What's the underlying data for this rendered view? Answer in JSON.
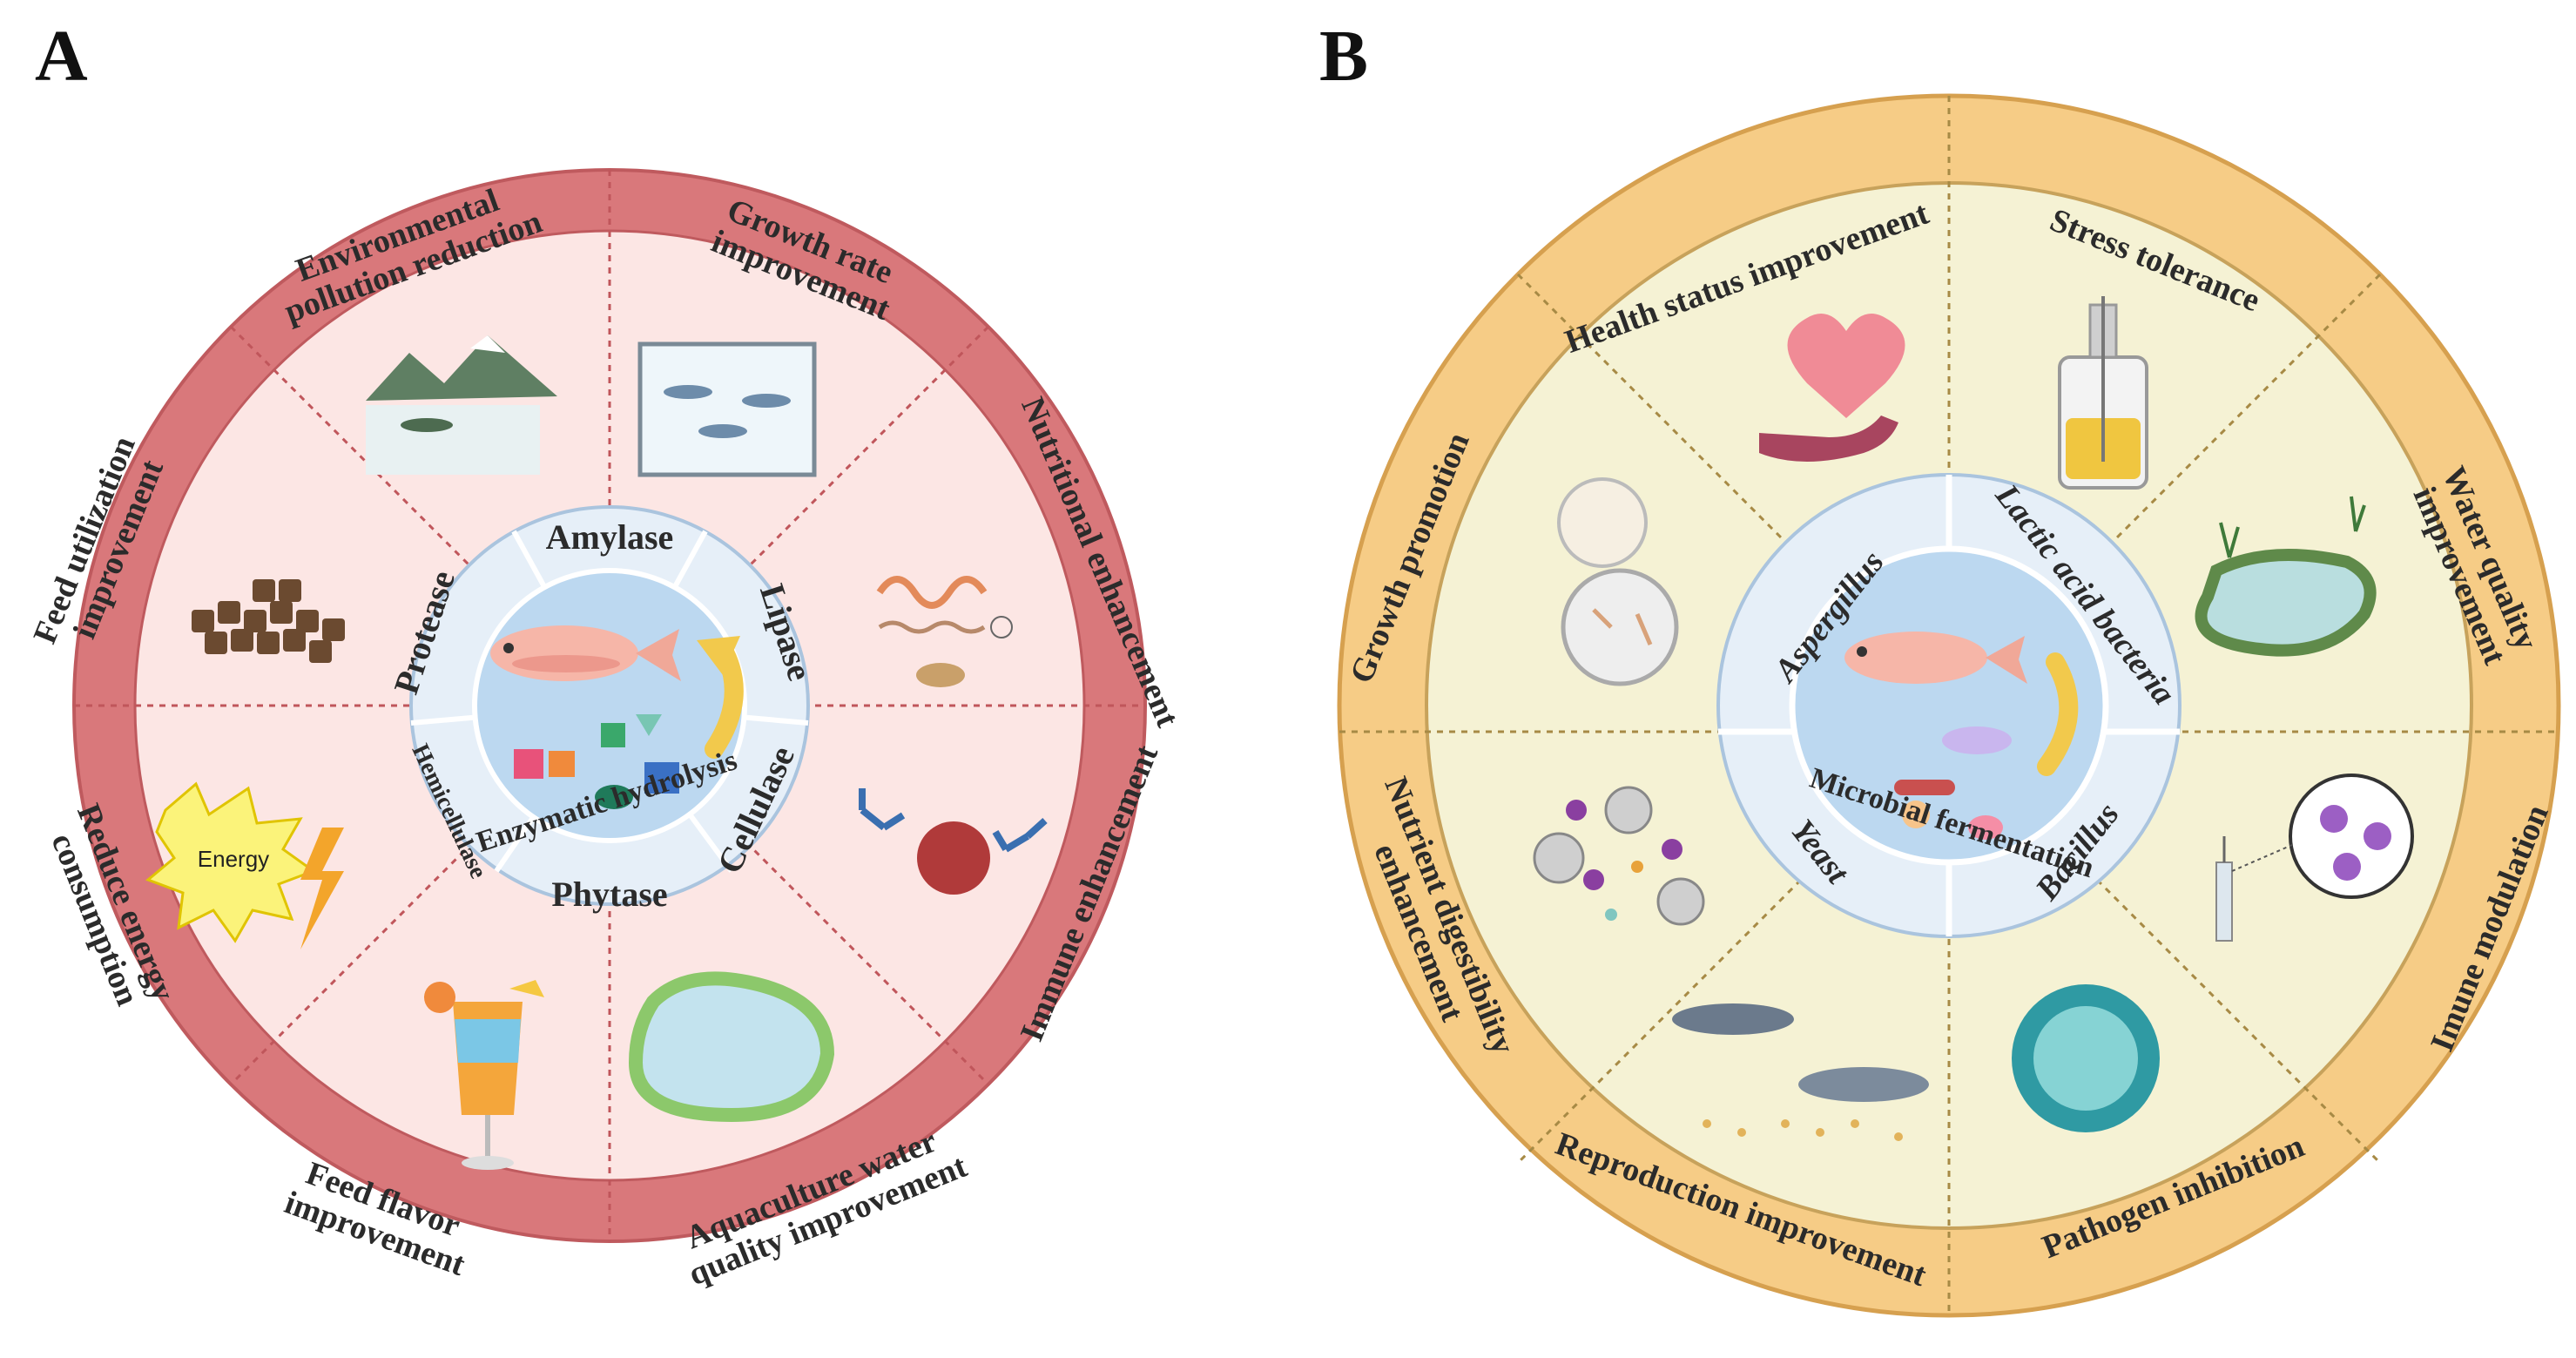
{
  "panels": [
    {
      "letter": "A",
      "outer_labels": [
        [
          "Environmental",
          "pollution reduction"
        ],
        [
          "Growth rate",
          "improvement"
        ],
        [
          "Nutritional enhancement"
        ],
        [
          "Immune enhancement"
        ],
        [
          "Aquaculture water",
          "quality improvement"
        ],
        [
          "Feed flavor",
          "improvement"
        ],
        [
          "Reduce energy",
          "consumption"
        ],
        [
          "Feed utilization",
          "improvement"
        ]
      ],
      "hub_labels": [
        "Amylase",
        "Lipase",
        "Cellulase",
        "Phytase",
        "Hemicellulase",
        "Protease"
      ],
      "center_label": "Enzymatic hydrolysis",
      "energy_label": "Energy"
    },
    {
      "letter": "B",
      "outer_labels": [
        [
          "Health status improvement"
        ],
        [
          "Stress tolerance"
        ],
        [
          "Water quality",
          "improvement"
        ],
        [
          "Imune modulation"
        ],
        [
          "Pathogen inhibition"
        ],
        [
          "Reproduction improvement"
        ],
        [
          "Nutrient digestibility",
          "enhancement"
        ],
        [
          "Growth promotion"
        ]
      ],
      "hub_labels": [
        "Aspergillus",
        "Lactic acid bacteria",
        "Bacillus",
        "Yeast"
      ],
      "center_label": "Microbial fermentation"
    }
  ],
  "colors": {
    "a_ring": "#d9787b",
    "a_ring_edge": "#bf5a5e",
    "a_inner": "#fce6e4",
    "b_ring": "#f6cc86",
    "b_ring_edge": "#d6a04f",
    "b_inner": "#f5f2d4",
    "hub": "#e6eff8",
    "hub_edge": "#aac4de",
    "center": "#bcd8f0"
  }
}
